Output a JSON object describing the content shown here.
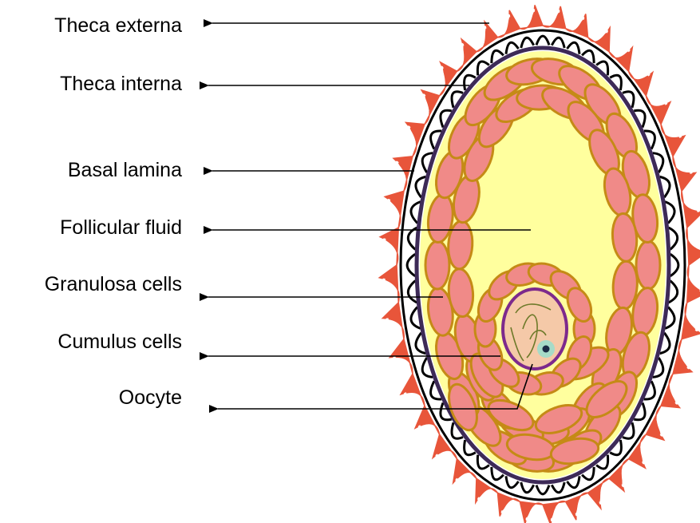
{
  "labels": [
    {
      "id": "theca-externa",
      "text": "Theca externa"
    },
    {
      "id": "theca-interna",
      "text": "Theca interna"
    },
    {
      "id": "basal-lamina",
      "text": "Basal lamina"
    },
    {
      "id": "follicular-fluid",
      "text": "Follicular fluid"
    },
    {
      "id": "granulosa-cells",
      "text": "Granulosa cells"
    },
    {
      "id": "cumulus-cells",
      "text": "Cumulus cells"
    },
    {
      "id": "oocyte",
      "text": "Oocyte"
    }
  ],
  "colors": {
    "theca_externa": "#e8553a",
    "theca_interna": "#000000",
    "basal_lamina": "#3d2a57",
    "follicular_fluid": "#ffff9e",
    "granulosa_fill": "#f08a88",
    "granulosa_outline": "#c58a16",
    "oocyte_fill": "#f5c9a8",
    "zona_pellucida": "#7d2a8c",
    "nucleus": "#1a2b45",
    "nucleus_halo": "#a6dbc8"
  }
}
